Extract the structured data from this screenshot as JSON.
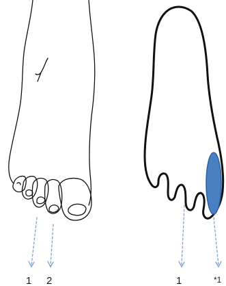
{
  "diagram": {
    "left_foot": {
      "view": "dorsal",
      "markers": [
        {
          "label": "1"
        },
        {
          "label": "2"
        }
      ]
    },
    "right_foot": {
      "view": "plantar",
      "markers": [
        {
          "label": "1"
        },
        {
          "label": "*1"
        }
      ]
    },
    "colors": {
      "outline": "#111111",
      "arrow": "#7fa3cf",
      "highlight_fill": "#4a7fc1",
      "highlight_stroke": "#2b5fa0"
    }
  }
}
